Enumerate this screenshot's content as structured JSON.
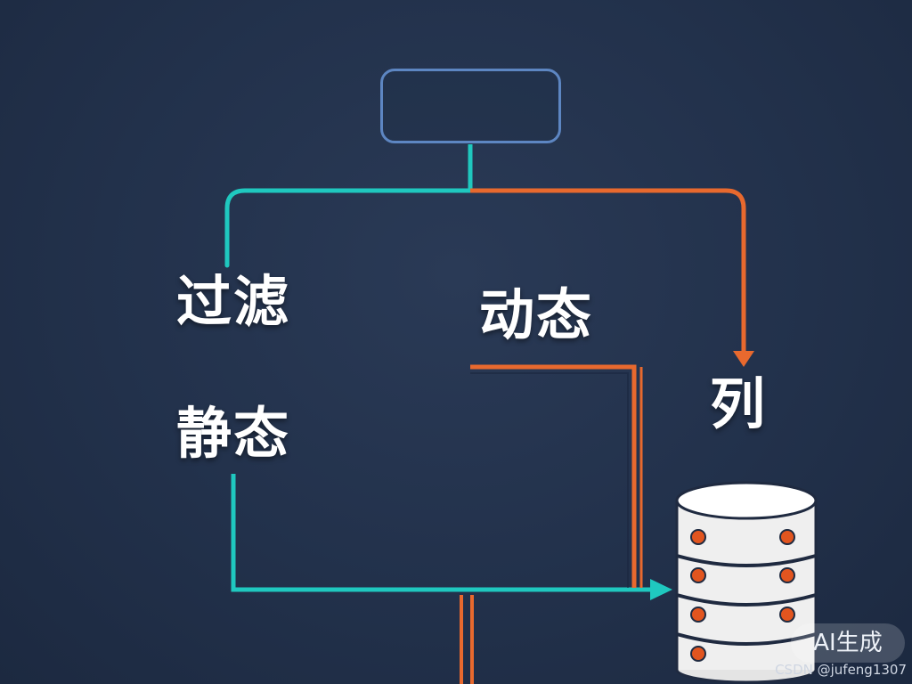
{
  "diagram": {
    "labels": {
      "filter": "过滤",
      "static": "静态",
      "dynamic": "动态",
      "column": "列"
    }
  },
  "watermark": {
    "badge": "AI生成",
    "credit": "CSDN @jufeng1307"
  },
  "colors": {
    "background": "#22314b",
    "teal_path": "#1fc8bf",
    "orange_path": "#e8692e",
    "node_border": "#5d86c2",
    "database_body": "#f1f1f1",
    "database_dot": "#e2551f"
  },
  "icons": {
    "database": "database-server-icon",
    "arrow": "arrow-head-icon"
  }
}
